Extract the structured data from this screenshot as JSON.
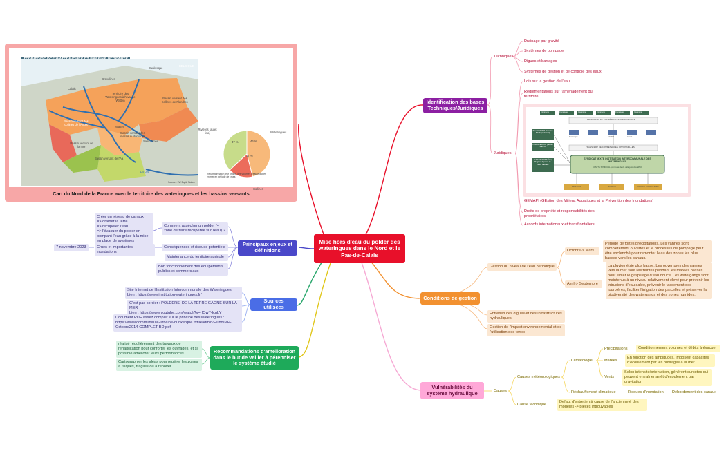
{
  "central": {
    "title": "Mise hors d'eau du polder des wateringues dans le Nord et le Pas-de-Calais"
  },
  "map_image": {
    "title": "TERRITOIRE DES WATERINGUES ET BASSINS VERSANTS",
    "region": "MER DU NORD",
    "belgium": "BELGIQUE",
    "places": [
      "Dunkerque",
      "Gravelines",
      "Calais",
      "Territoire des Wateringues à l'aval de Watten",
      "Bassin versant des collines de Flandres",
      "Bassin versant des collines de l'Artois",
      "Watten",
      "Bassin versant des marais Audomarois",
      "Saint-Omer",
      "Bassin versant de la mer",
      "Bassin versant de l'Aa",
      "La Lys"
    ],
    "source": "Source : IIW Exptit Nature",
    "pie_labels": {
      "a": "Rivières (au et lisa)",
      "b": "Wateringues",
      "c": "Collines"
    },
    "pie_values": [
      37,
      46,
      17
    ],
    "pie_value_labels": [
      "37 %",
      "46 %",
      "17 %"
    ],
    "pie_note": "Répartition selon leur origine des volumes d'eau évacués en mer en période de crues",
    "caption": "Cart du Nord de la France avec le territoire des wateringues et les bassins versants"
  },
  "branches": {
    "identification": {
      "label": "Identification des bases Techniques/Juridiques",
      "techniques": {
        "label": "Techniques",
        "items": [
          "Drainage par gravité",
          "Systèmes de pompage",
          "Digues et barrages",
          "Systèmes de gestion et de contrôle des eaux"
        ]
      },
      "lois": "Lois sur la gestion de l'eau",
      "reglementations": "Réglementations sur l'aménagement du territoire",
      "juridiques": "Juridiques",
      "gemapi_caption": "GEMAPI (GEstion des Milieux Aquatiques et la Prévention des Inondations)",
      "droits": "Droits de propriété et responsabilités des propriétaires",
      "accords": "Accords internationaux et transfrontaliers",
      "diagram": {
        "top_labels": [
          "Commune",
          "Commune",
          "Commune",
          "Commune",
          "Commune",
          "Commune"
        ],
        "transfert_oblig": "TRANSFERT DE COMPÉTENCES OBLIGATOIRES",
        "transfert_opt": "TRANSFERT DE COMPÉTENCES OPTIONNELLES",
        "left1": "Taxe GEMAPI (Géstion & MAQ habitant)",
        "left2": "FINANCEMENT par les 6 EPCI",
        "left3": "SUBVENTIONS État, Région, Agence de l'Eau, FEDER",
        "logos": [
          "Dunkerque",
          "CAPSO",
          "CCHF",
          "CCHF",
          "CCHF",
          "CCHF"
        ],
        "syndicat_title": "SYNDICAT MIXTE INSTITUTION INTERCOMMUNALE DES WATERINGUES",
        "syndicat_sub": "COMITÉ SYNDICAL (composé de 24 délégués des EPCI)",
        "bottom": [
          "SERVICES",
          "BUREAU",
          "CONSEIL CONSULTATIF"
        ]
      }
    },
    "conditions": {
      "label": "Conditions de gestion",
      "gestion": "Gestion du niveau de l'eau périodique",
      "octobre": "Octobre-> Mars",
      "octobre_desc": "Période de fortes précipitations. Les vannes sont complètement ouvertes et le processus de pompage peut être enclenché pour remonter l'eau des zones les plus basses vers les canaux.",
      "avril": "Avril-> Septembre",
      "avril_desc": "La pluviométrie plus basse. Les ouvertures des vannes vers la mer sont restreintes pendant les marées basses pour éviter le gaspillage d'eau douce. Les watergangs sont maintenus à un niveau relativement élevé pour prévenir les intrusions d'eau salée, prévenir le tassement des tourbières, faciliter l'irrigation des parcelles et préserver la biodiversité des watergangs et des zones humides.",
      "entretien": "Entretien des digues et des infrastructures hydrauliques",
      "impact": "Gestion de l'impact environnemental et de l'utilisation des terres"
    },
    "vulnerabilites": {
      "label": "Vulnérabilités du système hydraulique",
      "causes": "Causes",
      "meteo": "Causes météorologiques",
      "climatologie": "Climatologie",
      "precipitations": "Précipitations",
      "precipitations_desc": "Conditionnement volumes et débits à évacuer",
      "marees": "Marées",
      "marees_desc": "En fonction des amplitudes, imposent capacités d'écoulement par les ouvrages à la mer",
      "vents": "Vents",
      "vents_desc": "Selon intensité/orientation, générent surcotes qui peuvent entraîner arrêt d'écoulement par gravitation",
      "rechauffement": "Réchauffement climatique",
      "risques": "Risques d'inondation",
      "debordement": "Débordement des canaux",
      "technique": "Cause technique",
      "technique_desc": "Defaut d'entretien à cause de l'ancienneté des modèles -> pièces introuvables"
    },
    "enjeux": {
      "label": "Principaux enjeux et définitions",
      "assecher": "Comment assécher un polder (= zone de terre récupérée sur l'eau) ?",
      "assecher_desc": "Créer un réseau de canaux\n=> drainer la terre\n=> récupérer l'eau\n=> l'évacuer du polder en pompant l'eau grâce à la mise en place de systèmes ingénieux",
      "consequences": "Conséquences et risques potentiels",
      "crues": "Crues et importantes inondations",
      "date": "7 novembre 2023",
      "maintenance": "Maintenance du territoire agricole",
      "fonctionnement": "Bon fonctionnement des équipements publics et commerciaux"
    },
    "sources": {
      "label": "Sources utilisées",
      "s1": "Site Internet de l'Institution Intercommunale des Wateringues\nLien : https://www.institution-wateringues.fr/",
      "s2": "C'est pas sorcier : POLDERS, DE LA TERRE GAGNE SUR LA MER\nLien : https://www.youtube.com/watch?v=rfOwT-IcnLY",
      "s3": "Document PDF assez complet sur le principe des wateringues :\nhttps://www.communaute-urbaine-dunkerque.fr/fileadmin/Fluhd/MP-Octobre2014-COMPLET-BD.pdf"
    },
    "recommandations": {
      "label": "Recommandations d'amélioration dans le but de veiller à pérenniser le système étudié",
      "r1": "réalisé régulièrement des travaux de réhabilitation pour conforter les ouvrages, et si possible améliorer leurs performances.",
      "r2": "Cartographier les aléas pour repérer les zones à risques, fragiles ou à rénover"
    }
  },
  "colors": {
    "central": "#e8102a",
    "identification": "#8c1fa2",
    "conditions": "#f29130",
    "vulnerabilites": "#ffa8d8",
    "enjeux": "#4a48c9",
    "sources": "#4a6de6",
    "recommandations": "#1eaa5a"
  }
}
